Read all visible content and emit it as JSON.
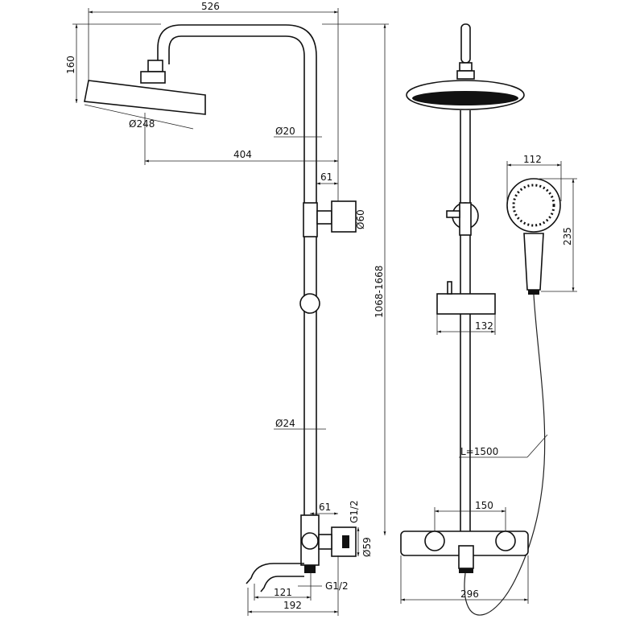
{
  "title": "Shower system dimension drawing",
  "side_view": {
    "width_total": "526",
    "arm_height": "160",
    "head_diameter": "Ø248",
    "arm_diameter": "Ø20",
    "arm_reach": "404",
    "mount_offset": "61",
    "mount_diameter": "Ø60",
    "height_range": "1068-1668",
    "riser_diameter": "Ø24",
    "mixer_offset": "61",
    "inlet_thread": "G1/2",
    "flange_diameter": "Ø59",
    "outlet_thread": "G1/2",
    "spout_reach": "121",
    "spout_total": "192"
  },
  "front_view": {
    "hand_width": "112",
    "hand_length": "235",
    "slider_width": "132",
    "hose_length": "L=1500",
    "inlet_centers": "150",
    "mixer_width": "296"
  }
}
